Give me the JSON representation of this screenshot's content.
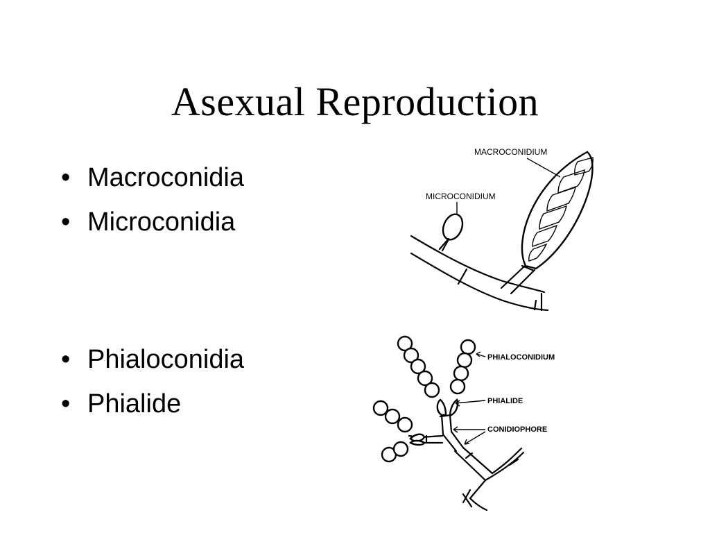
{
  "slide": {
    "title": "Asexual Reproduction",
    "bullet_glyph": "•",
    "bullets_group_1": [
      "Macroconidia",
      "Microconidia"
    ],
    "bullets_group_2": [
      "Phialoconidia",
      "Phialide"
    ]
  },
  "figure_top": {
    "label_macroconidium": "MACROCONIDIUM",
    "label_microconidium": "MICROCONIDIUM"
  },
  "figure_bottom": {
    "label_phialoconidium": "PHIALOCONIDIUM",
    "label_phialide": "PHIALIDE",
    "label_conidiophore": "CONIDIOPHORE"
  }
}
